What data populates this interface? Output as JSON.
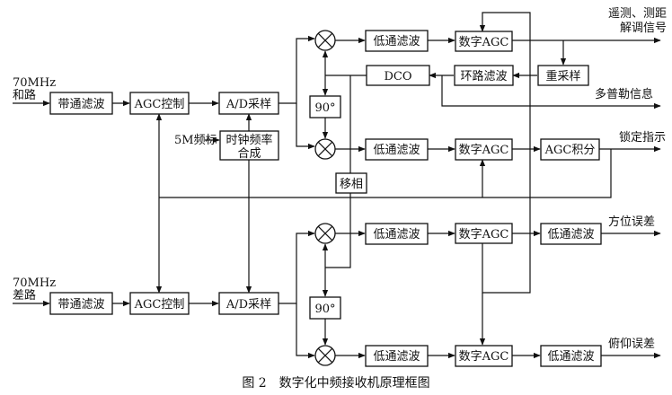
{
  "inputs": {
    "sum_mhz": "70MHz",
    "sum_name": "和路",
    "diff_mhz": "70MHz",
    "diff_name": "差路"
  },
  "blocks": {
    "bandpass": "带通滤波",
    "agc_control": "AGC控制",
    "adc": "A/D采样",
    "clock_line1": "时钟频率",
    "clock_line2": "合成",
    "lowpass": "低通滤波",
    "digital_agc": "数字AGC",
    "dco": "DCO",
    "loop_filter": "环路滤波",
    "resample": "重采样",
    "agc_integral": "AGC积分",
    "phase_90": "90°",
    "phase_shift": "移相"
  },
  "labels": {
    "ref_5m": "5M频标",
    "out_ranging_line1": "遥测、测距",
    "out_ranging_line2": "解调信号",
    "out_doppler": "多普勒信息",
    "out_lock": "锁定指示",
    "out_azimuth": "方位误差",
    "out_elevation": "俯仰误差"
  },
  "caption": "图 2　数字化中频接收机原理框图"
}
